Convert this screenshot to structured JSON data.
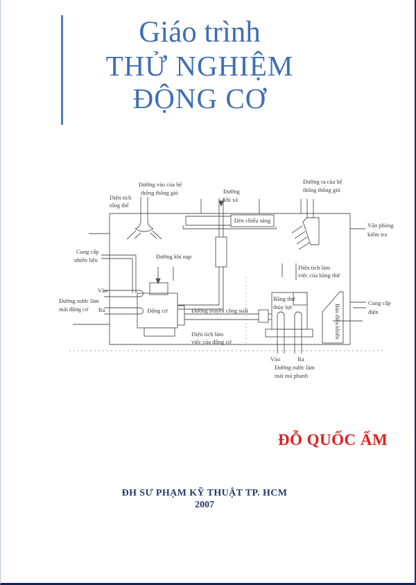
{
  "page": {
    "title_line1": "Giáo trình",
    "title_line2": "THỬ NGHIỆM",
    "title_line3": "ĐỘNG CƠ",
    "author": "ĐỖ QUỐC ẤM",
    "publisher": "ĐH SƯ PHẠM KỸ THUẬT TP. HCM",
    "year": "2007",
    "colors": {
      "title_blue": "#3f6fb3",
      "accent_rule_blue": "#4a7cc2",
      "author_red": "#e01f1f",
      "publisher_navy": "#223a6b",
      "page_border_navy": "#1c2f6e",
      "diagram_ink": "#4f4f4f"
    }
  },
  "diagram": {
    "labels": {
      "overall_area": [
        "Diện tích",
        "tổng thể"
      ],
      "vent_in": [
        "Đường vào của hệ",
        "thống thông gió"
      ],
      "exhaust": [
        "Đường",
        "khí xả"
      ],
      "light": [
        "Đèn chiếu sáng"
      ],
      "vent_out": [
        "Đường ra của hệ",
        "thống thông gió"
      ],
      "office": [
        "Văn phòng",
        "kiểm tra"
      ],
      "fuel": [
        "Cung cấp",
        "nhiên liệu"
      ],
      "intake": [
        "Đường khí nạp"
      ],
      "engine_water_in": [
        "Vào"
      ],
      "engine_water_out": [
        "Ra"
      ],
      "engine_water": [
        "Đường nước làm",
        "mát động cơ"
      ],
      "engine": [
        "Động cơ"
      ],
      "power_line": [
        "Đường truyền công suất"
      ],
      "engine_area": [
        "Diện tích làm",
        "việc của động cơ"
      ],
      "dyno": [
        "Băng thử",
        "thủy lực"
      ],
      "dyno_area": [
        "Diện tích làm",
        "việc của băng thử"
      ],
      "control_panel": [
        "Bàn điều khiển"
      ],
      "power_supply": [
        "Cung cấp",
        "điện"
      ],
      "brake_water_in": [
        "Vào"
      ],
      "brake_water_out": [
        "Ra"
      ],
      "brake_water": [
        "Đường nước làm",
        "mát má phanh"
      ]
    }
  }
}
